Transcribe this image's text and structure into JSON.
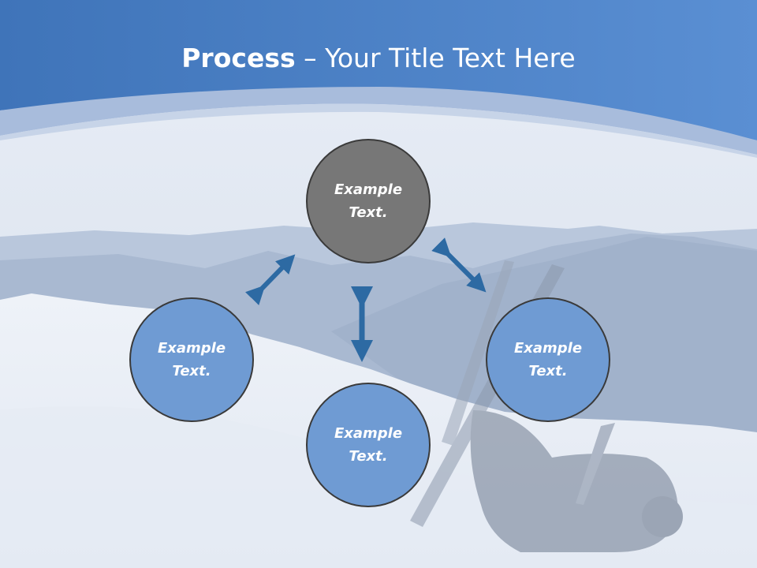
{
  "slide": {
    "title_bold": "Process",
    "title_rest": " – Your Title Text Here",
    "nodes": {
      "top": {
        "line1": "Example",
        "line2": "Text."
      },
      "left": {
        "line1": "Example",
        "line2": "Text."
      },
      "right": {
        "line1": "Example",
        "line2": "Text."
      },
      "bottom": {
        "line1": "Example",
        "line2": "Text."
      }
    }
  },
  "colors": {
    "header_blue": "#4a7fc6",
    "node_gray": "#777777",
    "node_blue": "#6f9bd3",
    "arrow_blue": "#2d6aa3"
  }
}
